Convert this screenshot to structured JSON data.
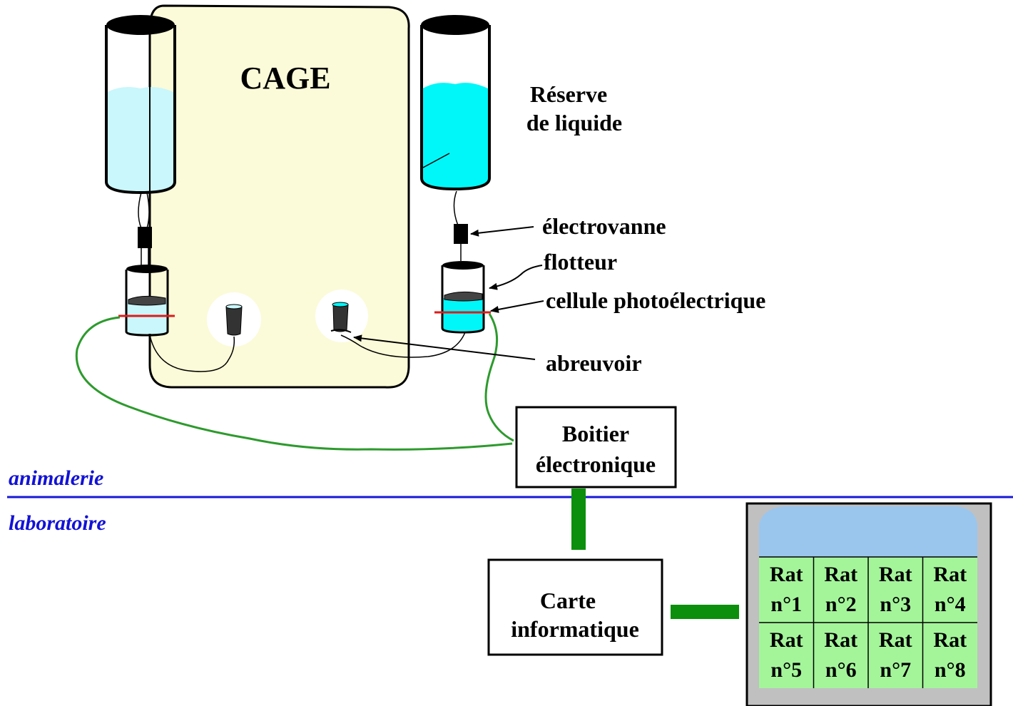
{
  "cage": {
    "title": "CAGE"
  },
  "labels": {
    "reserve_line1": "Réserve",
    "reserve_line2": "de liquide",
    "electrovanne": "électrovanne",
    "flotteur": "flotteur",
    "cellule": "cellule photoélectrique",
    "abreuvoir": "abreuvoir"
  },
  "boitier": {
    "line1": "Boitier",
    "line2": "électronique"
  },
  "carte": {
    "line1": "Carte",
    "line2": "informatique"
  },
  "zones": {
    "animalerie": "animalerie",
    "laboratoire": "laboratoire"
  },
  "rats": [
    {
      "line1": "Rat",
      "line2": "n°1"
    },
    {
      "line1": "Rat",
      "line2": "n°2"
    },
    {
      "line1": "Rat",
      "line2": "n°3"
    },
    {
      "line1": "Rat",
      "line2": "n°4"
    },
    {
      "line1": "Rat",
      "line2": "n°5"
    },
    {
      "line1": "Rat",
      "line2": "n°6"
    },
    {
      "line1": "Rat",
      "line2": "n°7"
    },
    {
      "line1": "Rat",
      "line2": "n°8"
    }
  ],
  "colors": {
    "cage_fill": "#fbfbd9",
    "liquid_light": "#c9f7fb",
    "liquid_bright": "#00f7f9",
    "wire_green": "#2d9a2d",
    "bus_green": "#0c8f0c",
    "sensor_red": "#e01a1a",
    "divider_blue": "#1818d8",
    "screen_blue": "#9ac6ee",
    "cell_green": "#a4f59a",
    "monitor_gray": "#c0c0c0"
  }
}
